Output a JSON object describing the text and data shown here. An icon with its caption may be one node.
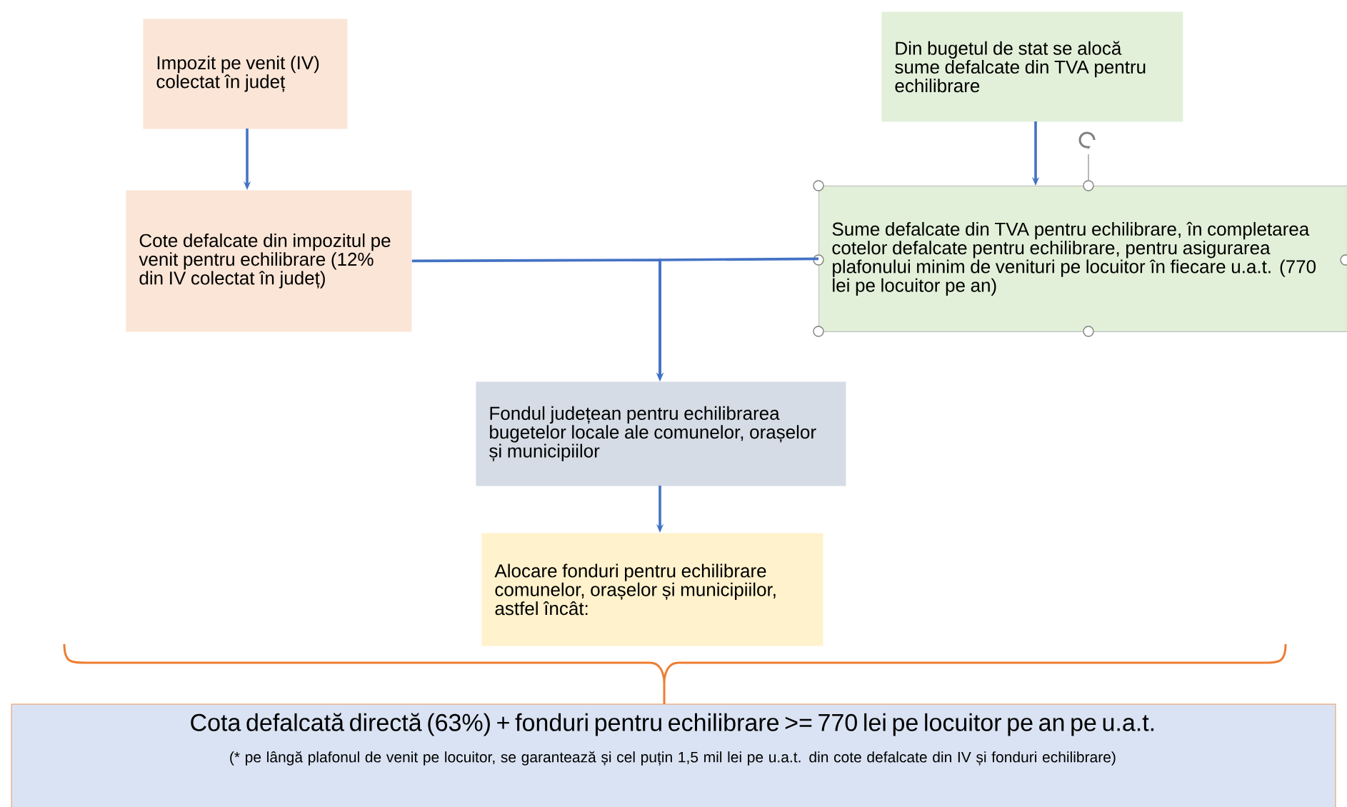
{
  "diagram": {
    "nodes": [
      {
        "text": [
          "Impozit pe venit (IV) colectat în județ"
        ]
      },
      {
        "text": [
          "Cote defalcate din impozitul pe venit pentru echilibrare (12% din IV colectat în județ)"
        ]
      },
      {
        "text": [
          "Din bugetul de stat se alocă sume defalcate din TVA pentru echilibrare"
        ]
      },
      {
        "text": [
          "Sume defalcate din TVA pentru echilibrare, în completarea cotelor defalcate pentru echilibrare, pentru asigurarea plafonului minim de venituri pe locuitor în fiecare u.a.t. (770 lei pe locuitor pe an)"
        ]
      },
      {
        "text": [
          "Fondul județean pentru echilibrarea bugetelor locale ale comunelor, orașelor și municipiilor"
        ]
      },
      {
        "text": [
          "Alocare fonduri pentru echilibrare comunelor, orașelor și municipiilor, astfel încât:"
        ]
      },
      {
        "text": [
          "Cota defalcată directă (63%) + fonduri pentru echilibrare >= 770 lei pe locuitor pe an pe u.a.t.",
          "(* pe lângă plafonul de venit pe locuitor, se garantează și cel puțin 1,5 mil lei pe u.a.t. din cote defalcate din IV și fonduri echilibrare)"
        ]
      }
    ],
    "edges": [
      {
        "from": 0,
        "to": 1,
        "arrow": "to"
      },
      {
        "from": 2,
        "to": 3,
        "arrow": "to"
      },
      {
        "from": 1,
        "to": 4,
        "arrow": "to"
      },
      {
        "from": 3,
        "to": 4,
        "arrow": "to"
      },
      {
        "from": 4,
        "to": 5,
        "arrow": "to"
      }
    ]
  }
}
